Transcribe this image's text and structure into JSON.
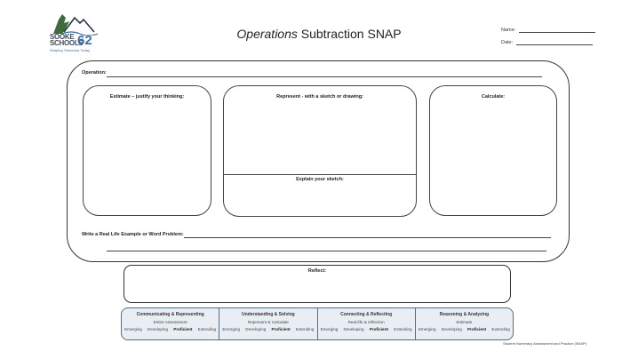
{
  "logo": {
    "line1": "SOOKE",
    "line2": "SCHOOLS",
    "number": "62",
    "tagline": "Shaping Tomorrow Today",
    "colors": {
      "green": "#3d6b3a",
      "blue": "#3a6fb0"
    }
  },
  "header": {
    "title_italic": "Operations",
    "title_rest": " Subtraction SNAP",
    "name_label": "Name:",
    "date_label": "Date:"
  },
  "main": {
    "operation_label": "Operation:",
    "estimate_label": "Estimate – justify your thinking:",
    "represent_label": "Represent - with a sketch or drawing:",
    "explain_label": "Explain your sketch:",
    "calculate_label": "Calculate:",
    "word_problem_label": "Write a Real Life Example or Word Problem:"
  },
  "reflect": {
    "label": "Reflect:"
  },
  "rubric": {
    "levels": [
      "Emerging",
      "Developing",
      "Proficient",
      "Extending"
    ],
    "columns": [
      {
        "heading": "Communicating & Representing",
        "sub": "Entire Assessment"
      },
      {
        "heading": "Understanding & Solving",
        "sub": "Represent & Calculate"
      },
      {
        "heading": "Connecting & Reflecting",
        "sub": "Real-life & reflection"
      },
      {
        "heading": "Reasoning & Analyzing",
        "sub": "Estimate"
      }
    ]
  },
  "footer": "Student Numeracy Assessment and Practice (SNAP)"
}
